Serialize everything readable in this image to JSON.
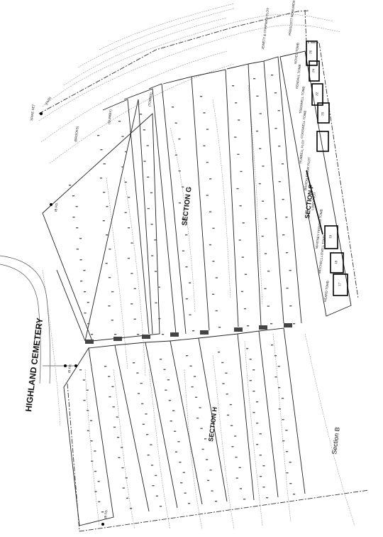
{
  "map": {
    "cemetery_name": "HIGHLAND CEMETERY",
    "sections": {
      "f": "SECTION F",
      "g": "SECTION G",
      "h": "SECTION H",
      "b": "Section B"
    },
    "markers": {
      "spike": "SPIKE SET",
      "fnd": "(FND)",
      "ib_fd_1": "IB FD.",
      "ib_fd_2": "IB FD.",
      "ib_fd_3": "IB FD."
    },
    "family_labels": {
      "brooks": "(BROOKS)",
      "quimby": "(QUIMBY)",
      "towns": "(TOWNS)",
      "jewett": "JEWETT & CHAPMAN PLOT",
      "prescott": "PRESCOTT MONUMENT",
      "noyes": "NOYES TOMB",
      "kendall": "KENDALL TOMB",
      "tredwell": "TREDWELL TOMB",
      "cogswell": "COGSWELL TOMB",
      "hubbell": "HUBBELL PLOT",
      "brocklebank": "BROCKLEBANK PLOT",
      "lord": "LORD PLOT",
      "whitney": "WHITNEY PERKINS TOMB",
      "mitchell": "MITCHELL LOVELL TOMB",
      "heard": "HEARD TOMB"
    },
    "tomb_numbers": [
      "26",
      "24",
      "22",
      "20",
      "19",
      "18",
      "17"
    ]
  }
}
